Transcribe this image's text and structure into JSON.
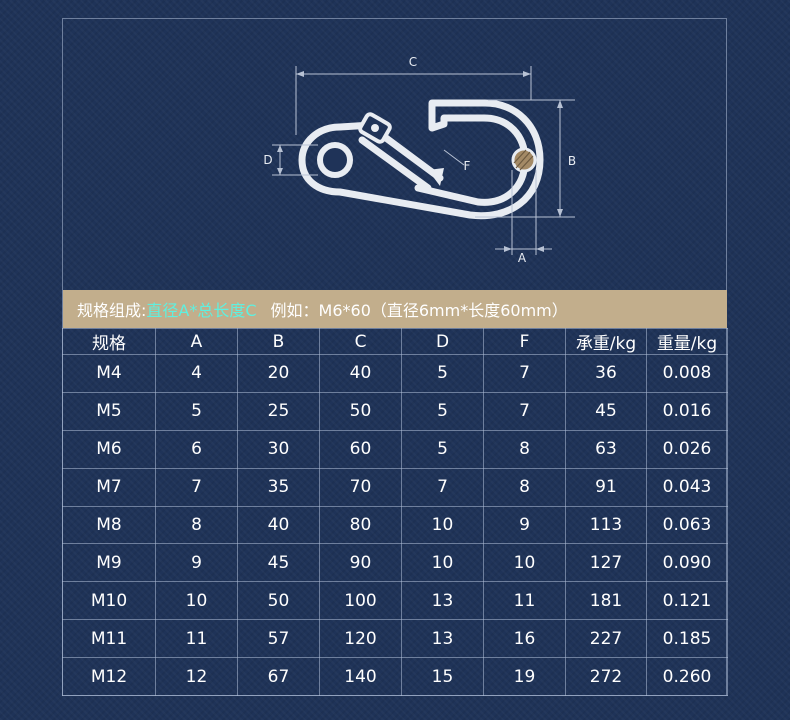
{
  "diagram": {
    "labels": {
      "c": "C",
      "b": "B",
      "d": "D",
      "f": "F",
      "a": "A"
    }
  },
  "spec": {
    "prefix": "规格组成:",
    "highlight": "直径A*总长度C",
    "example": "例如：M6*60（直径6mm*长度60mm）"
  },
  "table": {
    "headers": [
      "规格",
      "A",
      "B",
      "C",
      "D",
      "F",
      "承重/kg",
      "重量/kg"
    ],
    "rows": [
      [
        "M4",
        "4",
        "20",
        "40",
        "5",
        "7",
        "36",
        "0.008"
      ],
      [
        "M5",
        "5",
        "25",
        "50",
        "5",
        "7",
        "45",
        "0.016"
      ],
      [
        "M6",
        "6",
        "30",
        "60",
        "5",
        "8",
        "63",
        "0.026"
      ],
      [
        "M7",
        "7",
        "35",
        "70",
        "7",
        "8",
        "91",
        "0.043"
      ],
      [
        "M8",
        "8",
        "40",
        "80",
        "10",
        "9",
        "113",
        "0.063"
      ],
      [
        "M9",
        "9",
        "45",
        "90",
        "10",
        "10",
        "127",
        "0.090"
      ],
      [
        "M10",
        "10",
        "50",
        "100",
        "13",
        "11",
        "181",
        "0.121"
      ],
      [
        "M11",
        "11",
        "57",
        "120",
        "13",
        "16",
        "227",
        "0.185"
      ],
      [
        "M12",
        "12",
        "67",
        "140",
        "15",
        "19",
        "272",
        "0.260"
      ]
    ]
  },
  "colors": {
    "background": "#1f3358",
    "banner": "#c2ae8c",
    "highlight": "#5ef0e0"
  }
}
